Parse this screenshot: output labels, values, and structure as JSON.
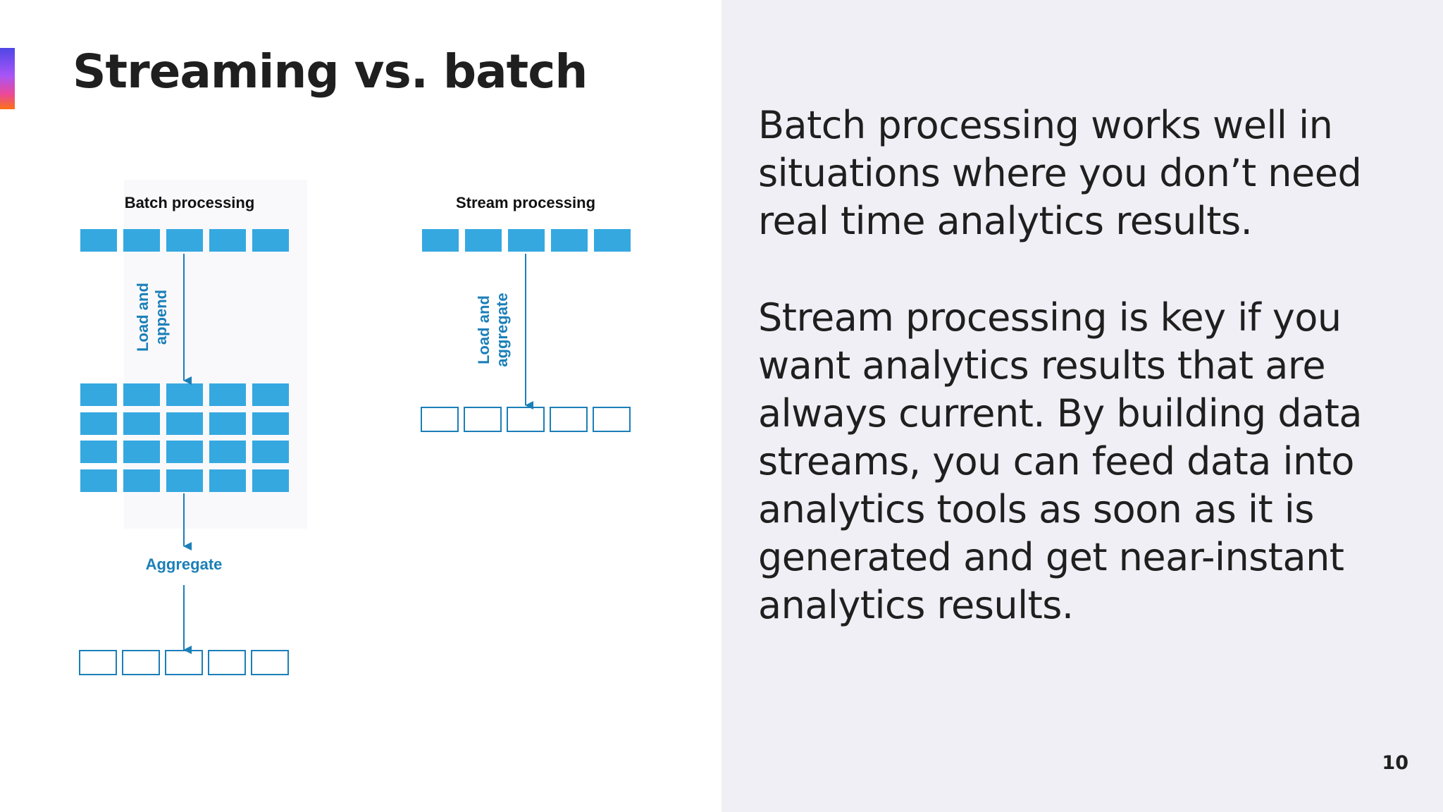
{
  "slide": {
    "title": "Streaming vs. batch",
    "page_number": "10"
  },
  "diagram": {
    "batch": {
      "heading": "Batch processing",
      "step1": [
        "Load and",
        "append"
      ],
      "step2": "Aggregate"
    },
    "stream": {
      "heading": "Stream processing",
      "step1": [
        "Load and",
        "aggregate"
      ]
    },
    "colors": {
      "block_fill": "#35a8e0",
      "line": "#1b7fb8",
      "text": "#111111"
    }
  },
  "body": {
    "paragraph1": "Batch processing works well in situations where you don’t need real time analytics results.",
    "paragraph2": "Stream processing is key if you want analytics results that are always current. By building data streams, you can feed data into analytics tools as soon as it is generated and get near-instant analytics results."
  }
}
